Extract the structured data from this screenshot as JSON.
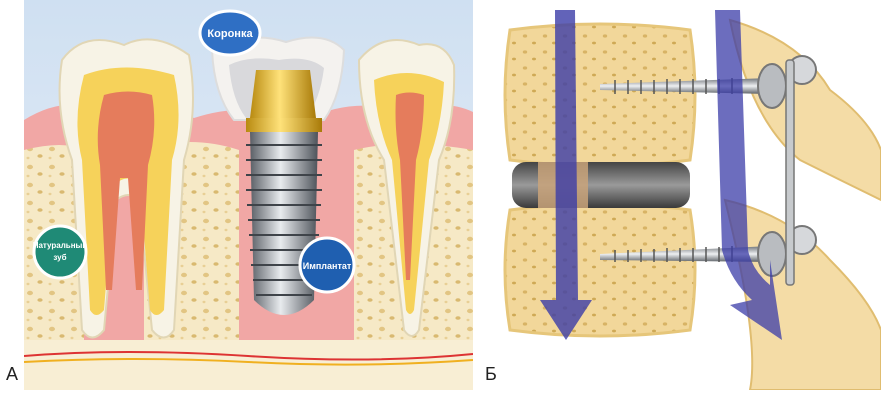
{
  "panels": {
    "a": {
      "letter": "А",
      "labels": {
        "crown": "Коронка",
        "natural_tooth_line1": "Натуральный",
        "natural_tooth_line2": "зуб",
        "implant": "Имплантат"
      },
      "colors": {
        "crown_bubble": "#2f6fc4",
        "natural_bubble": "#1f8a76",
        "implant_bubble": "#1f5fb0"
      }
    },
    "b": {
      "letter": "Б",
      "colors": {
        "arrow": "#3b3ca8",
        "bone": "#f2d79a"
      }
    }
  }
}
